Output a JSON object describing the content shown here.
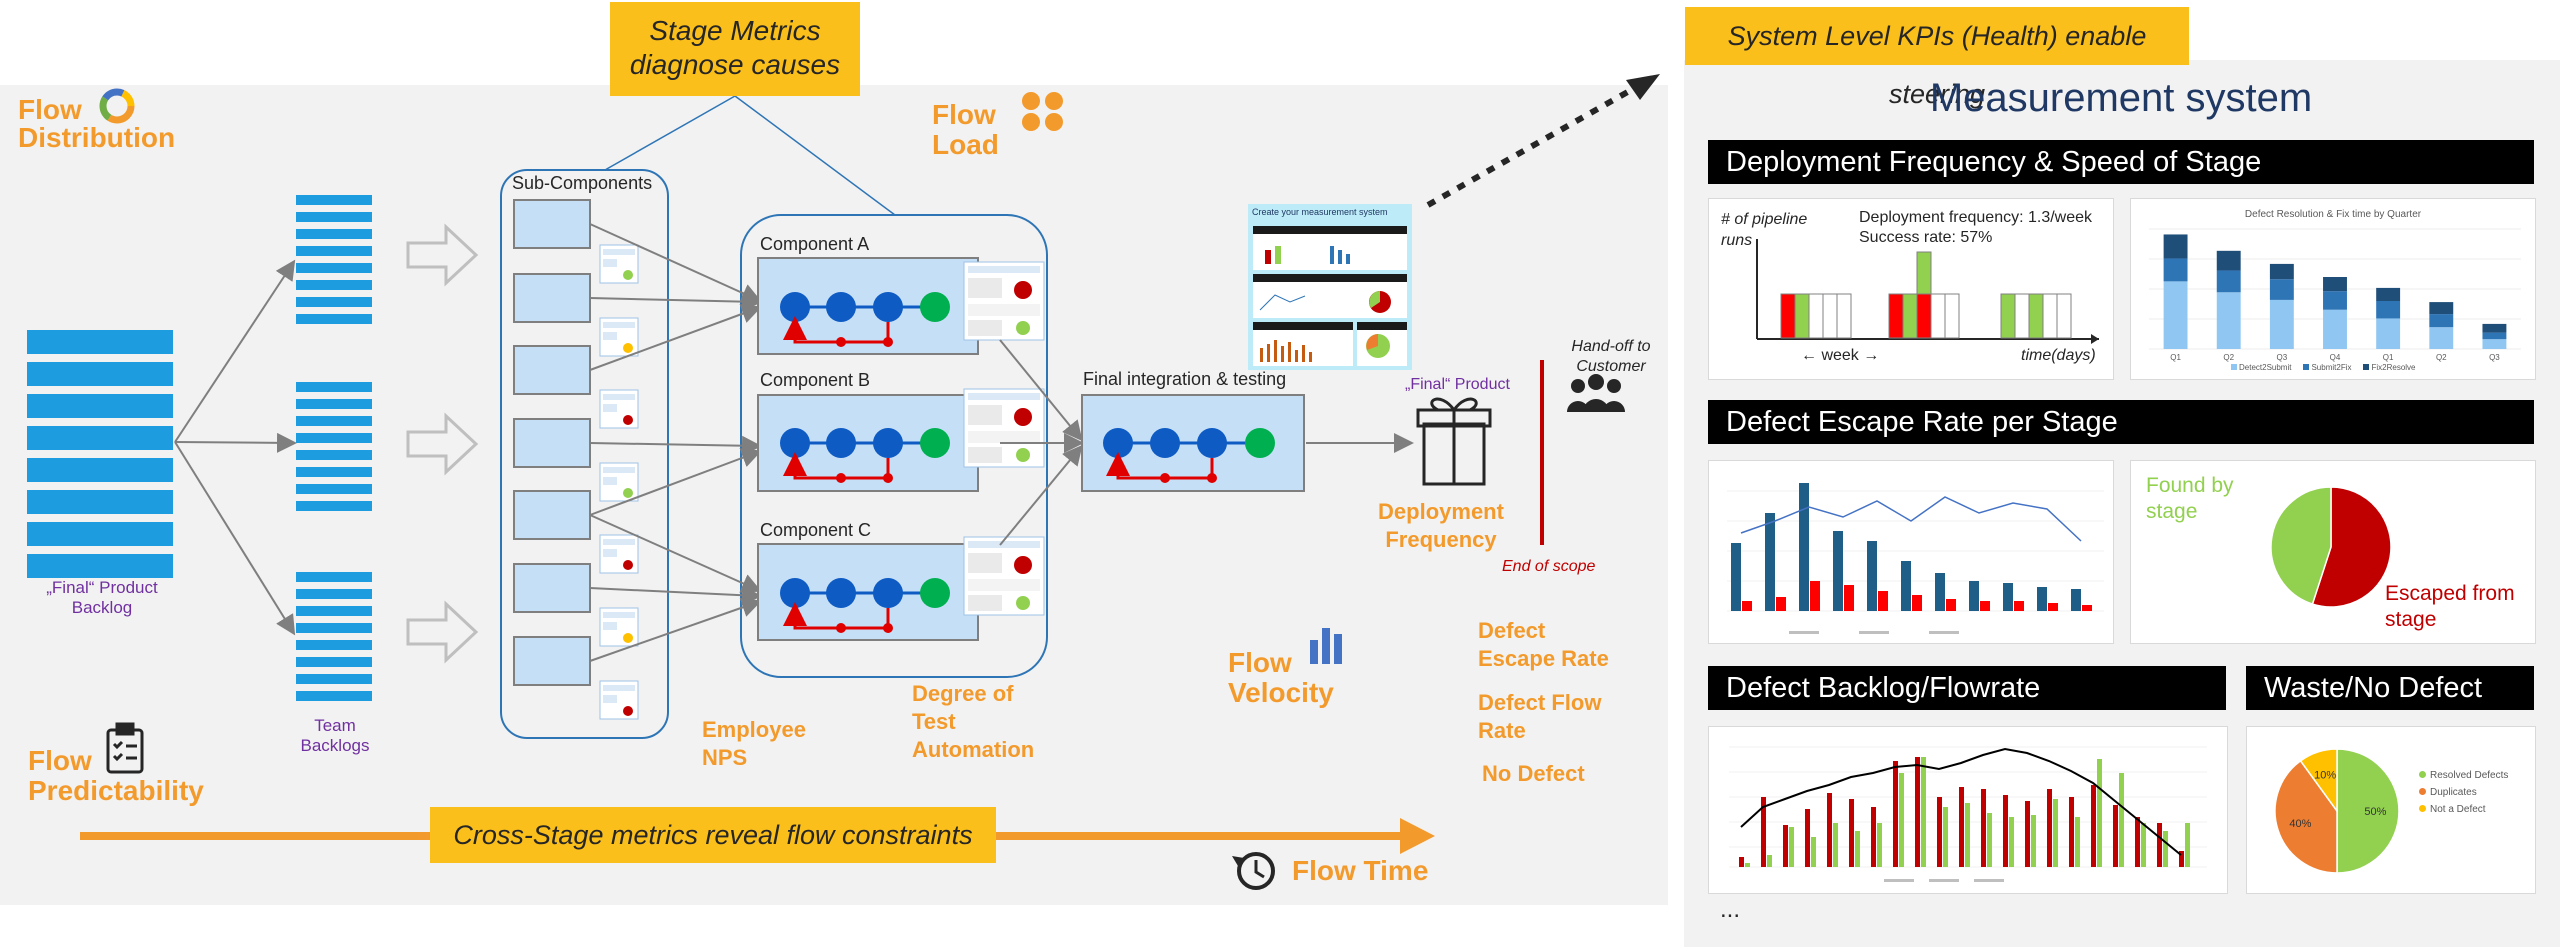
{
  "callouts": {
    "stage": "Stage Metrics diagnose causes",
    "system": "System Level KPIs (Health) enable steering",
    "cross": "Cross-Stage metrics reveal flow constraints"
  },
  "labels": {
    "flow_distribution": "Flow Distribution",
    "flow_load": "Flow Load",
    "flow_predictability": "Flow Predictability",
    "flow_velocity": "Flow Velocity",
    "flow_time": "Flow Time",
    "product_backlog": "„Final“ Product Backlog",
    "team_backlogs": "Team Backlogs",
    "sub_components": "Sub-Components",
    "component_a": "Component A",
    "component_b": "Component B",
    "component_c": "Component C",
    "final_integration": "Final integration & testing",
    "final_product": "„Final“ Product",
    "deployment_frequency": "Deployment Frequency",
    "handoff": "Hand-off to Customer",
    "end_of_scope": "End of scope",
    "employee_nps": "Employee NPS",
    "test_automation": "Degree of Test Automation",
    "defect_escape": "Defect Escape Rate",
    "defect_flow": "Defect Flow Rate",
    "no_defect": "No Defect",
    "thumb_title": "Create your measurement system"
  },
  "measurement": {
    "title": "Measurement system",
    "panel1": "Deployment Frequency & Speed of Stage",
    "panel2": "Defect Escape Rate per Stage",
    "panel3": "Defect Backlog/Flowrate",
    "panel4": "Waste/No Defect",
    "ellipsis": "...",
    "pipeline_ylabel": "# of pipeline runs",
    "deploy_freq_text": "Deployment frequency: 1.3/week",
    "success_rate_text": "Success rate: 57%",
    "week_label": "← week →",
    "time_label": "time(days)",
    "found_by": "Found by stage",
    "escaped_from": "Escaped from stage"
  },
  "colors": {
    "orange": "#f39a2c",
    "callout": "#fbbf1b",
    "blue_bar": "#1e9ce0",
    "dark_blue": "#1f5e86",
    "red": "#c00000",
    "green": "#92d050"
  },
  "chart_data": [
    {
      "type": "bar",
      "title": "Defect Resolution & Fix time by Quarter",
      "categories": [
        "Q1",
        "Q2",
        "Q3",
        "Q4",
        "Q1",
        "Q2",
        "Q3"
      ],
      "series": [
        {
          "name": "Detect2Submit",
          "values": [
            62,
            52,
            45,
            36,
            28,
            20,
            9
          ]
        },
        {
          "name": "Submit2Fix",
          "values": [
            21,
            20,
            19,
            17,
            16,
            12,
            6
          ]
        },
        {
          "name": "Fix2Resolve",
          "values": [
            22,
            18,
            14,
            13,
            12,
            11,
            8
          ]
        }
      ],
      "ylim": [
        0,
        110
      ]
    },
    {
      "type": "pie",
      "labels": [
        "Found by stage",
        "Escaped from stage"
      ],
      "values": [
        45,
        55
      ]
    },
    {
      "type": "pie",
      "labels": [
        "Resolved Defects",
        "Duplicates",
        "Not a Defect"
      ],
      "values": [
        50,
        40,
        10
      ],
      "data_labels": [
        "50%",
        "40%",
        "10%"
      ]
    }
  ]
}
